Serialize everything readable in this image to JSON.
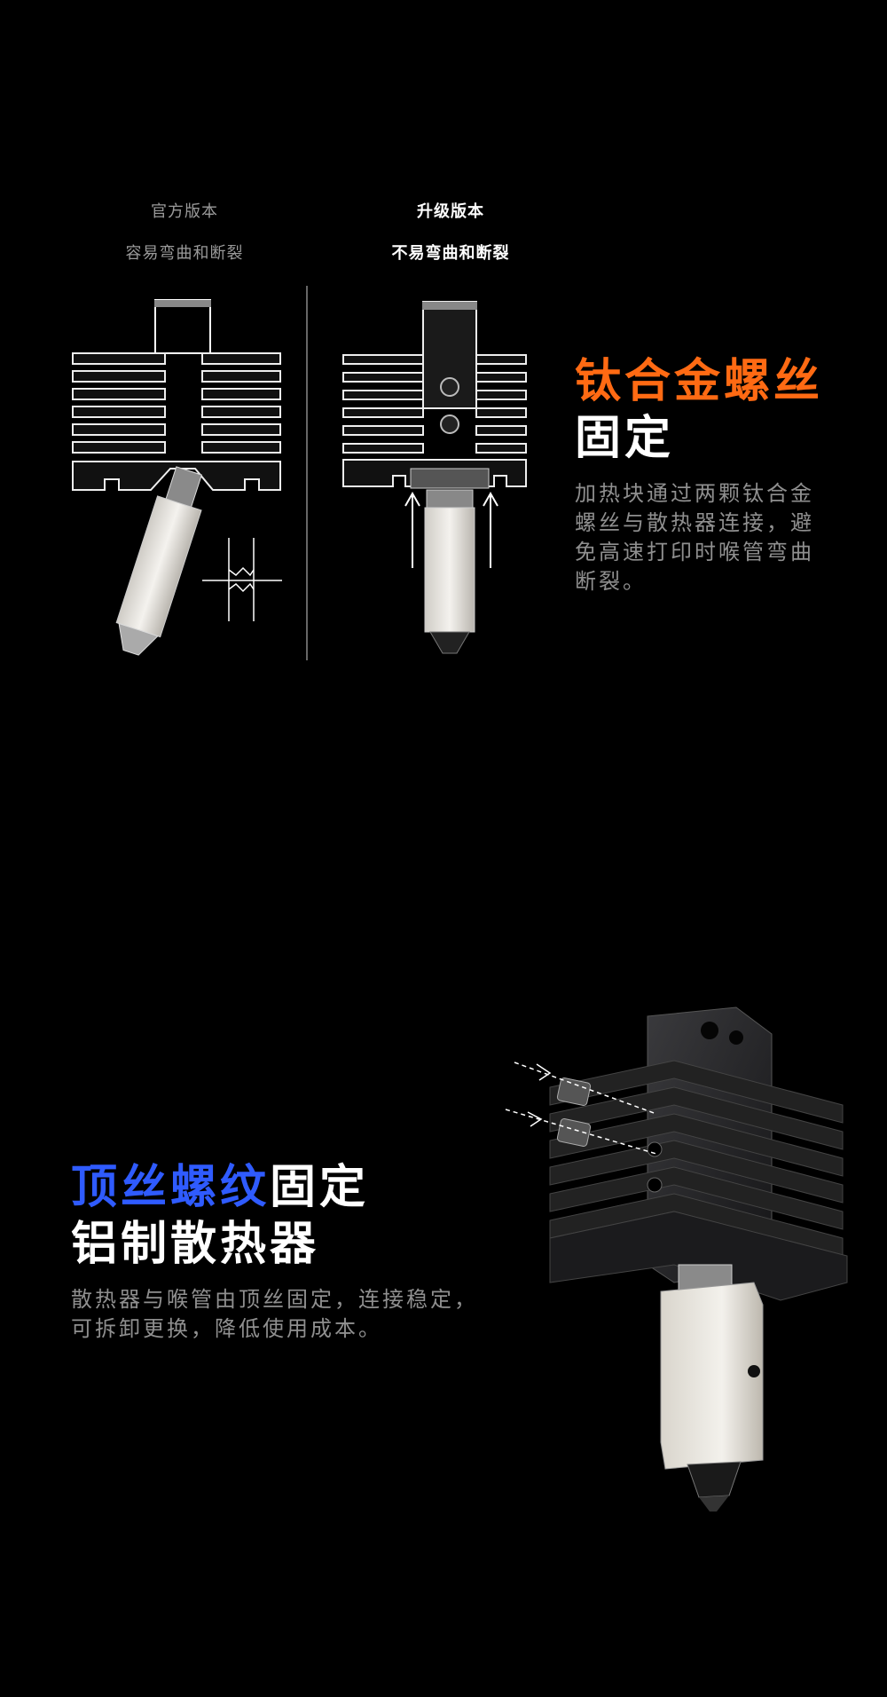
{
  "section1": {
    "left_caption_title": "官方版本",
    "left_caption_sub": "容易弯曲和断裂",
    "right_caption_title": "升级版本",
    "right_caption_sub": "不易弯曲和断裂",
    "heading_accent": "钛合金螺丝",
    "heading_rest": "固定",
    "description": "加热块通过两颗钛合金螺丝与散热器连接，避免高速打印时喉管弯曲断裂。"
  },
  "section2": {
    "heading_accent": "顶丝螺纹",
    "heading_mid": "固定",
    "heading_line2": "铝制散热器",
    "description_line1": "散热器与喉管由顶丝固定，连接稳定，",
    "description_line2": "可拆卸更换，降低使用成本。"
  },
  "colors": {
    "orange": "#ff6a13",
    "blue": "#2f5bff",
    "background": "#000000"
  },
  "icons": [
    "hotend-official-illustration",
    "hotend-upgraded-illustration",
    "hotend-3d-render"
  ]
}
